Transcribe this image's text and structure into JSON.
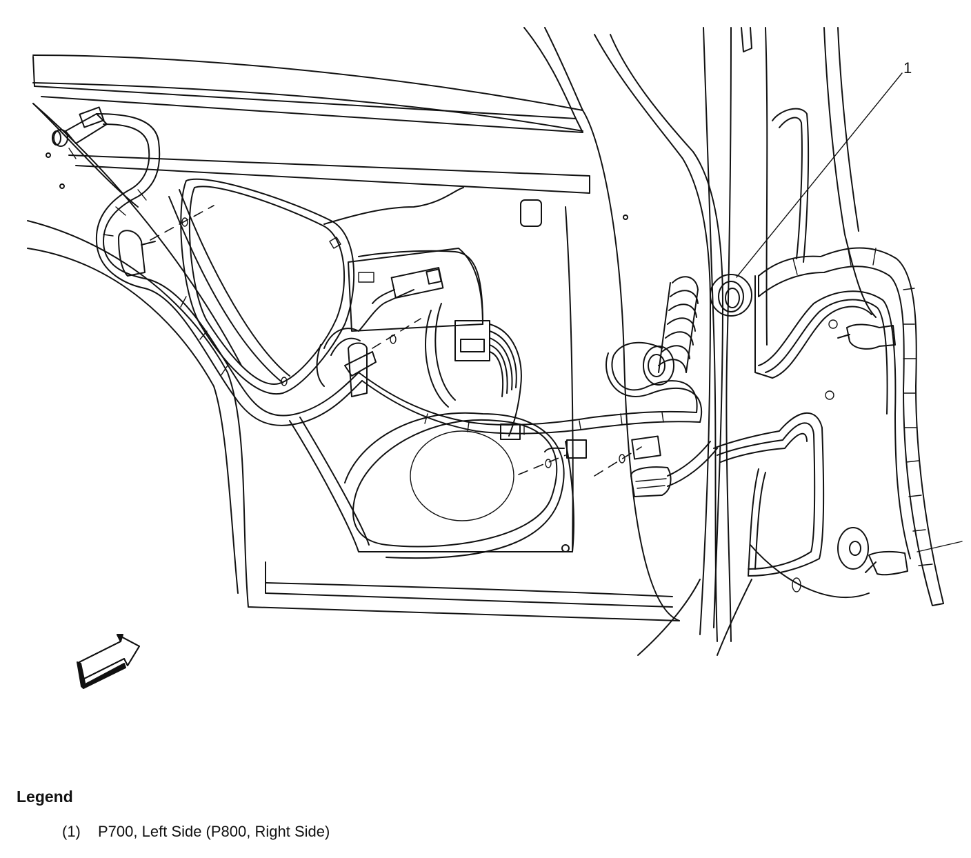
{
  "callouts": [
    {
      "number": "1"
    }
  ],
  "legend": {
    "title": "Legend",
    "items": [
      {
        "number": "(1)",
        "text": "P700, Left Side (P800, Right Side)"
      }
    ]
  },
  "icons": {
    "view_direction": "view-direction-arrow-icon",
    "connector": "connector-icon"
  }
}
